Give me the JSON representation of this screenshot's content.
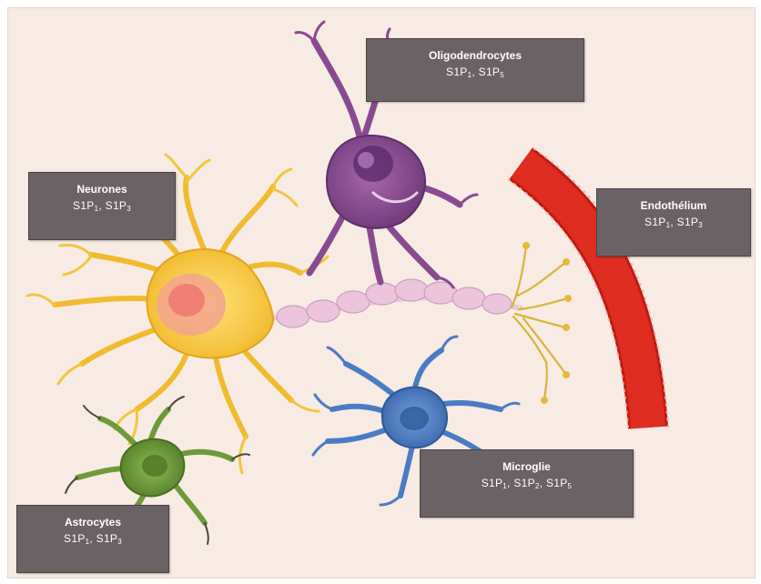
{
  "labels": {
    "oligodendrocytes": {
      "name": "Oligodendrocytes",
      "receptors": [
        {
          "base": "S1P",
          "sub": "1"
        },
        {
          "base": "S1P",
          "sub": "5"
        }
      ]
    },
    "neurones": {
      "name": "Neurones",
      "receptors": [
        {
          "base": "S1P",
          "sub": "1"
        },
        {
          "base": "S1P",
          "sub": "3"
        }
      ]
    },
    "endothelium": {
      "name": "Endothélium",
      "receptors": [
        {
          "base": "S1P",
          "sub": "1"
        },
        {
          "base": "S1P",
          "sub": "3"
        }
      ]
    },
    "microglie": {
      "name": "Microglie",
      "receptors": [
        {
          "base": "S1P",
          "sub": "1"
        },
        {
          "base": "S1P",
          "sub": "2"
        },
        {
          "base": "S1P",
          "sub": "5"
        }
      ]
    },
    "astrocytes": {
      "name": "Astrocytes",
      "receptors": [
        {
          "base": "S1P",
          "sub": "1"
        },
        {
          "base": "S1P",
          "sub": "3"
        }
      ]
    }
  },
  "colors": {
    "background": "#f7ebe3",
    "label_box": "#6b6266",
    "neuron": "#f2c13b",
    "neuron_nucleus": "#ee8f86",
    "oligodendrocyte": "#8a4a92",
    "myelin": "#eac3db",
    "endothelium": "#d8261c",
    "microglia": "#4a7cc4",
    "astrocyte": "#6f9a3a"
  }
}
